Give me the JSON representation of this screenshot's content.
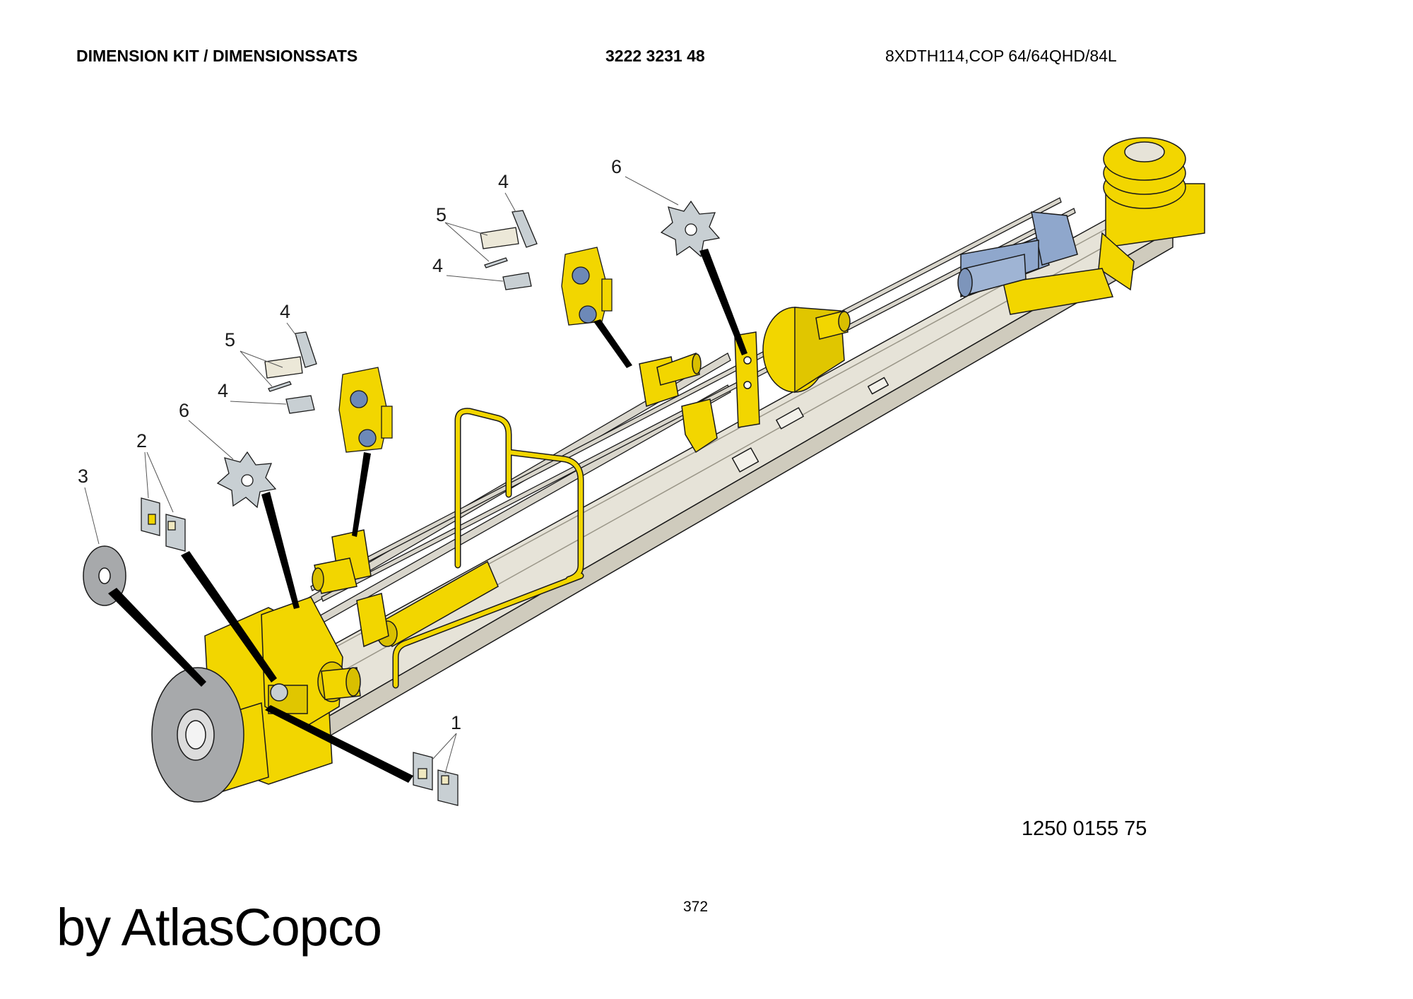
{
  "header": {
    "title": "DIMENSION KIT / DIMENSIONSSATS",
    "part_number": "3222 3231 48",
    "model": "8XDTH114,COP 64/64QHD/84L"
  },
  "callouts": [
    "1",
    "2",
    "3",
    "4",
    "5",
    "6"
  ],
  "drawing_number": "1250 0155 75",
  "page_number": "372",
  "watermark": "by AtlasCopco",
  "colors": {
    "assembly_yellow": "#f2d600",
    "beam_grey": "#e6e3d8",
    "part_grey": "#c8cfd3",
    "motor_blue": "#8fa7cc",
    "outline": "#1a1a1a"
  }
}
